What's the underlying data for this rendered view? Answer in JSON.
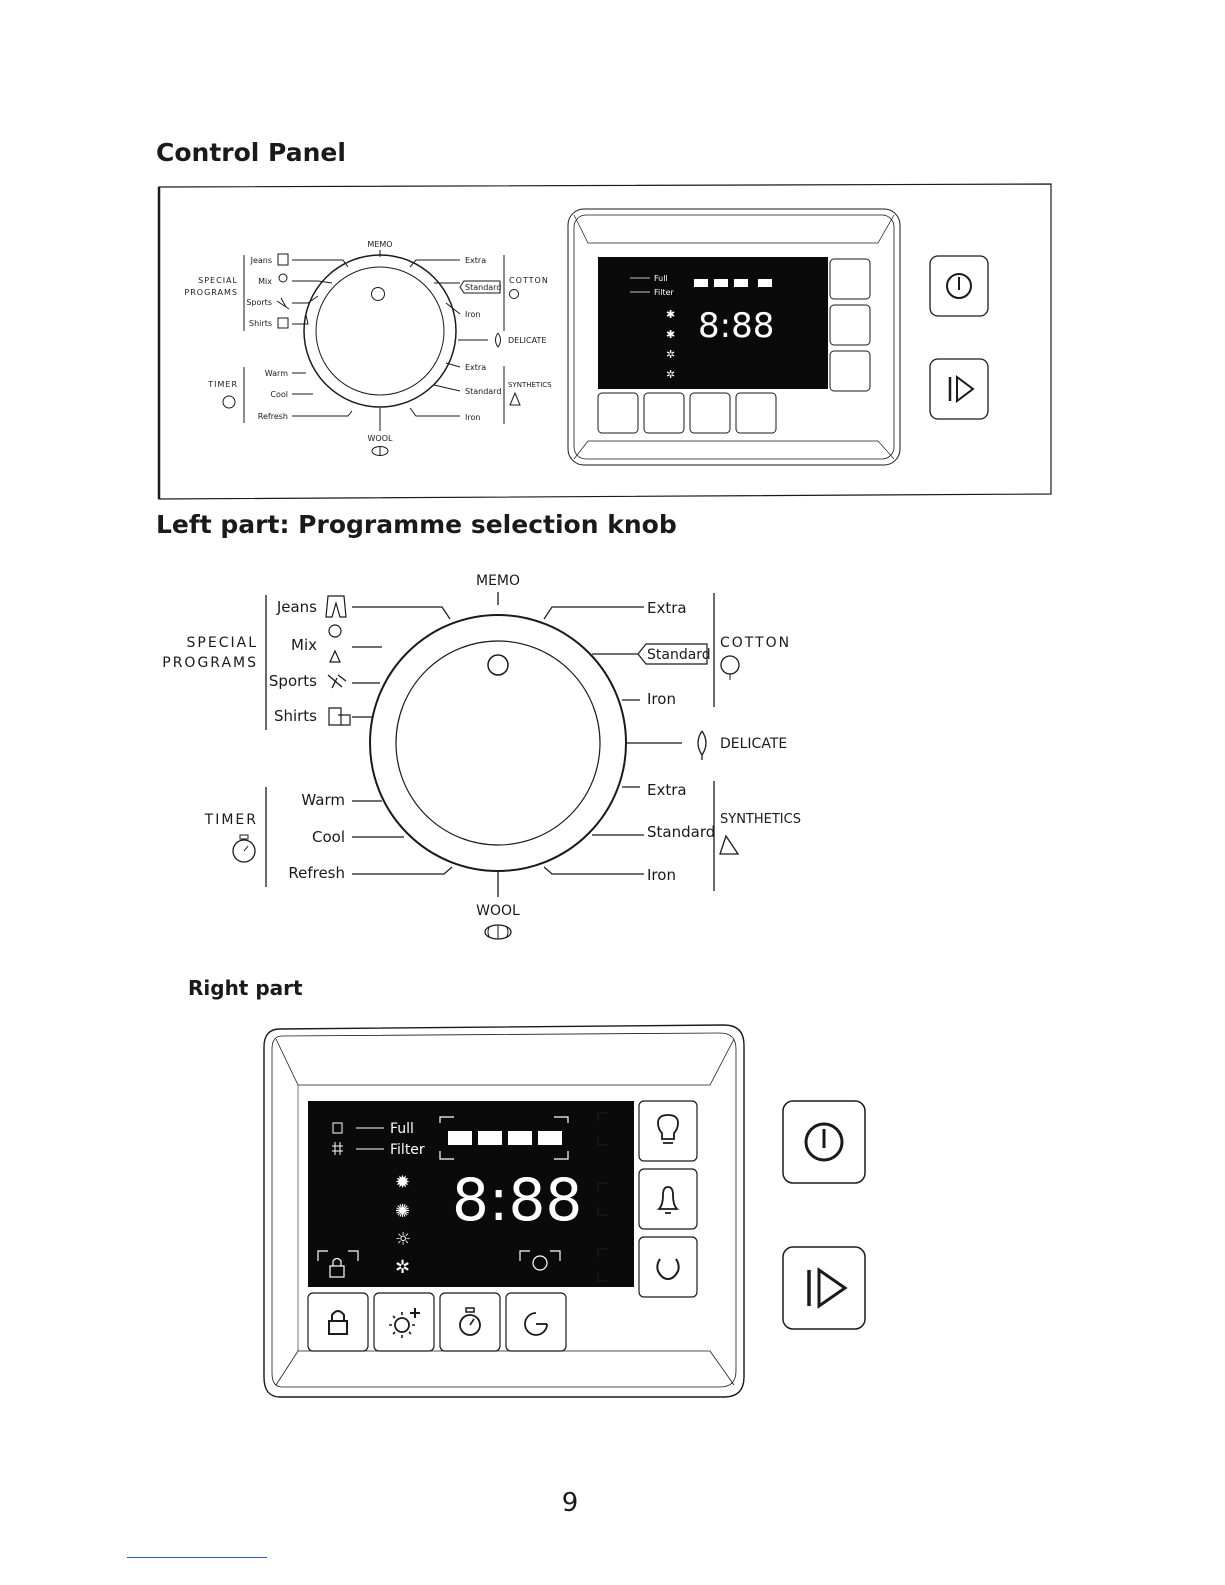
{
  "headings": {
    "control_panel": "Control Panel",
    "left_part": "Left part: Programme selection knob",
    "right_part": "Right part"
  },
  "knob": {
    "memo": "MEMO",
    "wool": "WOOL",
    "special_programs_line1": "SPECIAL",
    "special_programs_line2": "PROGRAMS",
    "jeans": "Jeans",
    "mix": "Mix",
    "sports": "Sports",
    "shirts": "Shirts",
    "timer": "TIMER",
    "warm": "Warm",
    "cool": "Cool",
    "refresh": "Refresh",
    "cotton": "COTTON",
    "cotton_extra": "Extra",
    "cotton_standard": "Standard",
    "cotton_iron": "Iron",
    "delicate": "DELICATE",
    "synthetics": "SYNTHETICS",
    "synthetics_extra": "Extra",
    "synthetics_standard": "Standard",
    "synthetics_iron": "Iron"
  },
  "display": {
    "full": "Full",
    "filter": "Filter",
    "time": "8:88"
  },
  "icons": {
    "jeans": "jeans-icon",
    "mix": "mix-icon",
    "sports": "sports-icon",
    "shirts": "shirts-icon",
    "timer": "stopwatch-icon",
    "wool": "wool-icon",
    "cotton": "cotton-icon",
    "delicate": "feather-icon",
    "synthetics": "synthetics-icon",
    "light": "light-bulb-icon",
    "sound": "bell-icon",
    "rinse": "rinse-loop-icon",
    "lock": "lock-icon",
    "temp_plus": "temperature-plus-icon",
    "delay": "stopwatch-icon",
    "end_time": "end-time-icon",
    "power": "power-icon",
    "start": "start-pause-icon"
  },
  "page_number": "9"
}
